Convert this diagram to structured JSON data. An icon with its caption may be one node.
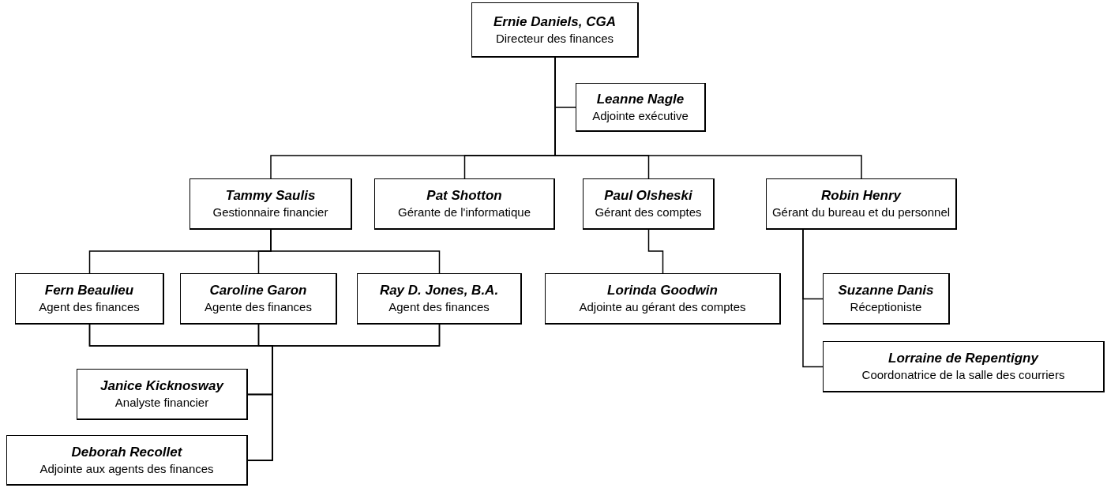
{
  "diagram": {
    "nodes": [
      {
        "text": [
          "Ernie Daniels, CGA",
          "Directeur des finances"
        ]
      },
      {
        "text": [
          "Leanne Nagle",
          "Adjointe exécutive"
        ]
      },
      {
        "text": [
          "Tammy Saulis",
          "Gestionnaire financier"
        ]
      },
      {
        "text": [
          "Pat Shotton",
          "Gérante de l'informatique"
        ]
      },
      {
        "text": [
          "Paul Olsheski",
          "Gérant des comptes"
        ]
      },
      {
        "text": [
          "Robin Henry",
          "Gérant du bureau et du personnel"
        ]
      },
      {
        "text": [
          "Fern Beaulieu",
          "Agent des finances"
        ]
      },
      {
        "text": [
          "Caroline Garon",
          "Agente des finances"
        ]
      },
      {
        "text": [
          "Ray D. Jones, B.A.",
          "Agent des finances"
        ]
      },
      {
        "text": [
          "Lorinda Goodwin",
          "Adjointe au gérant des comptes"
        ]
      },
      {
        "text": [
          "Suzanne Danis",
          "Réceptioniste"
        ]
      },
      {
        "text": [
          "Lorraine de Repentigny",
          "Coordonatrice de la salle des courriers"
        ]
      },
      {
        "text": [
          "Janice Kicknosway",
          "Analyste financier"
        ]
      },
      {
        "text": [
          "Deborah Recollet",
          "Adjointe aux agents des finances"
        ]
      }
    ],
    "edges": [
      {
        "from": 0,
        "to": 1,
        "arrow": "none"
      },
      {
        "from": 0,
        "to": 2,
        "arrow": "none"
      },
      {
        "from": 0,
        "to": 3,
        "arrow": "none"
      },
      {
        "from": 0,
        "to": 4,
        "arrow": "none"
      },
      {
        "from": 0,
        "to": 5,
        "arrow": "none"
      },
      {
        "from": 2,
        "to": 6,
        "arrow": "none"
      },
      {
        "from": 2,
        "to": 7,
        "arrow": "none"
      },
      {
        "from": 2,
        "to": 8,
        "arrow": "none"
      },
      {
        "from": 4,
        "to": 9,
        "arrow": "none"
      },
      {
        "from": 5,
        "to": 10,
        "arrow": "none"
      },
      {
        "from": 5,
        "to": 11,
        "arrow": "none"
      },
      {
        "from": 6,
        "to": 12,
        "arrow": "none"
      },
      {
        "from": 6,
        "to": 13,
        "arrow": "none"
      },
      {
        "from": 7,
        "to": 12,
        "arrow": "none"
      },
      {
        "from": 7,
        "to": 13,
        "arrow": "none"
      },
      {
        "from": 8,
        "to": 12,
        "arrow": "none"
      },
      {
        "from": 8,
        "to": 13,
        "arrow": "none"
      }
    ]
  }
}
